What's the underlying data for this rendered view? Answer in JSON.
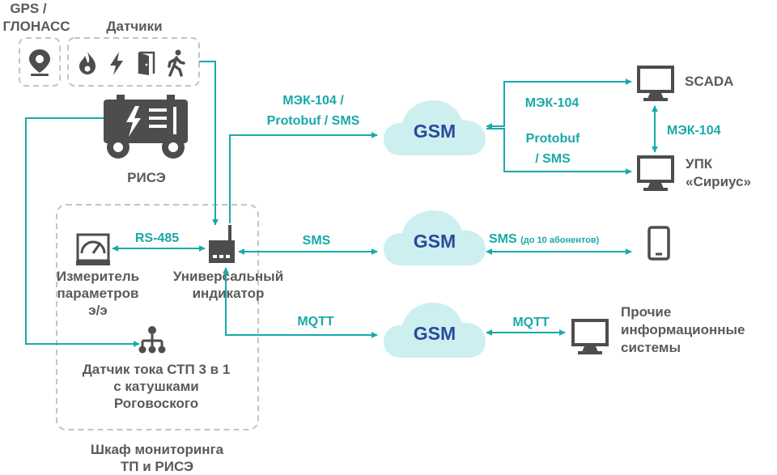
{
  "labels": {
    "gps_line1": "GPS /",
    "gps_line2": "ГЛОНАСС",
    "sensors": "Датчики",
    "rise": "РИСЭ",
    "meter_line1": "Измеритель",
    "meter_line2": "параметров",
    "meter_line3": "э/э",
    "indicator_line1": "Универсальный",
    "indicator_line2": "индикатор",
    "current_line1": "Датчик тока СТП 3 в 1",
    "current_line2": "с катушками",
    "current_line3": "Роговоского",
    "cabinet_line1": "Шкаф мониторинга",
    "cabinet_line2": "ТП и РИСЭ",
    "scada": "SCADA",
    "upk_line1": "УПК",
    "upk_line2": "«Сириус»",
    "other_line1": "Прочие",
    "other_line2": "информационные",
    "other_line3": "системы"
  },
  "clouds": {
    "gsm1": "GSM",
    "gsm2": "GSM",
    "gsm3": "GSM"
  },
  "connections": {
    "iec_protobuf_line1": "МЭК-104 /",
    "iec_protobuf_line2": "Protobuf / SMS",
    "rs485": "RS-485",
    "sms": "SMS",
    "mqtt": "MQTT",
    "gsm_scada": "МЭК-104",
    "gsm_upk_line1": "Protobuf",
    "gsm_upk_line2": "/ SMS",
    "scada_upk": "МЭК-104",
    "sms_phone": "SMS",
    "sms_phone_note": "(до 10 абонентов)",
    "mqtt_other": "MQTT"
  },
  "colors": {
    "line": "#19a9a9",
    "icon": "#4d4d4d",
    "cloud": "#cdeff0",
    "gsm_text": "#2a4a9a",
    "dashed_border": "#c4c4c4"
  },
  "icons": [
    "location-pin-icon",
    "flame-icon",
    "lightning-icon",
    "door-icon",
    "walking-person-icon",
    "generator-icon",
    "gauge-icon",
    "device-antenna-icon",
    "network-tree-icon",
    "monitor-icon",
    "phone-icon"
  ]
}
